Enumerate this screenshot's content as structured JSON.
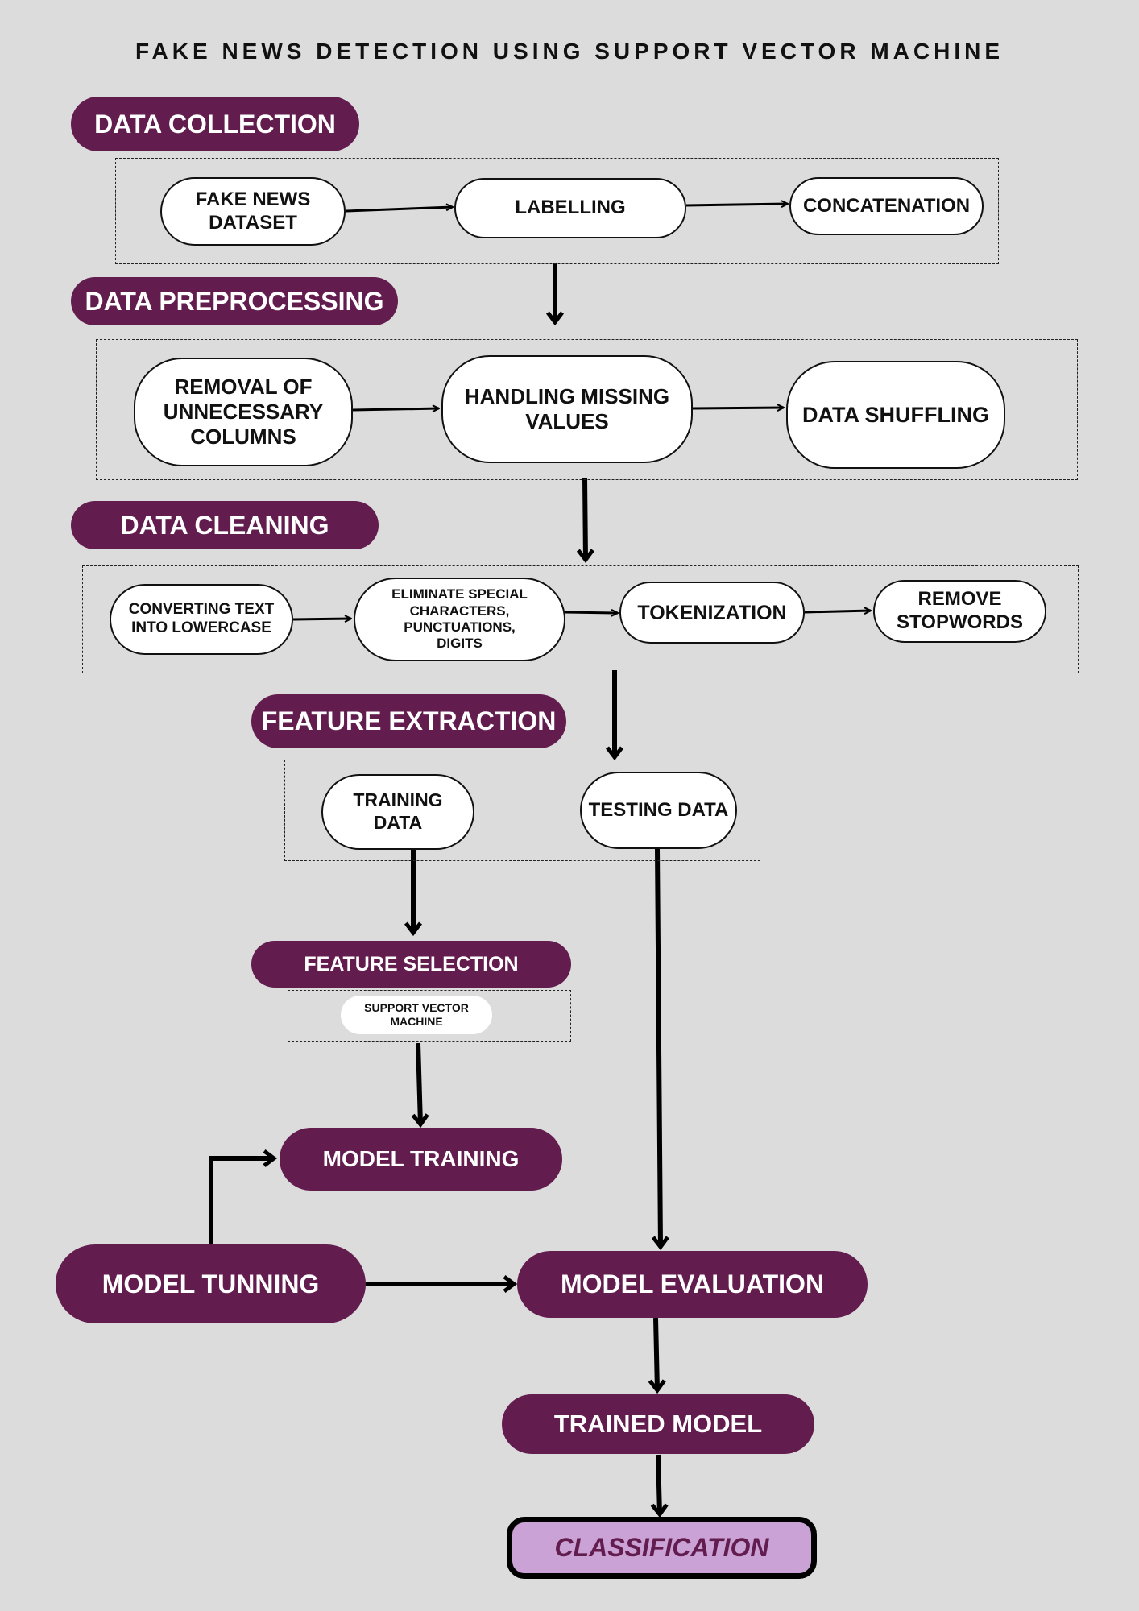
{
  "title": "FAKE NEWS DETECTION USING SUPPORT VECTOR MACHINE",
  "colors": {
    "header_fill": "#621c4e",
    "node_fill": "#ffffff",
    "final_fill": "#cba2d6",
    "background": "#dcdcdc"
  },
  "sections": {
    "data_collection": "DATA COLLECTION",
    "data_preprocessing": "DATA PREPROCESSING",
    "data_cleaning": "DATA CLEANING",
    "feature_extraction": "FEATURE EXTRACTION",
    "feature_selection": "FEATURE SELECTION"
  },
  "nodes": {
    "fake_news_dataset": "FAKE NEWS\nDATASET",
    "labelling": "LABELLING",
    "concatenation": "CONCATENATION",
    "removal_columns": "REMOVAL OF\nUNNECESSARY\nCOLUMNS",
    "handling_missing": "HANDLING MISSING\nVALUES",
    "data_shuffling": "DATA SHUFFLING",
    "lowercase": "CONVERTING TEXT\nINTO LOWERCASE",
    "eliminate_special": "ELIMINATE SPECIAL\nCHARACTERS,\nPUNCTUATIONS,\nDIGITS",
    "tokenization": "TOKENIZATION",
    "remove_stopwords": "REMOVE\nSTOPWORDS",
    "training_data": "TRAINING\nDATA",
    "testing_data": "TESTING DATA",
    "svm": "SUPPORT VECTOR\nMACHINE",
    "model_training": "MODEL TRAINING",
    "model_tunning": "MODEL TUNNING",
    "model_evaluation": "MODEL EVALUATION",
    "trained_model": "TRAINED MODEL",
    "classification": "CLASSIFICATION"
  }
}
